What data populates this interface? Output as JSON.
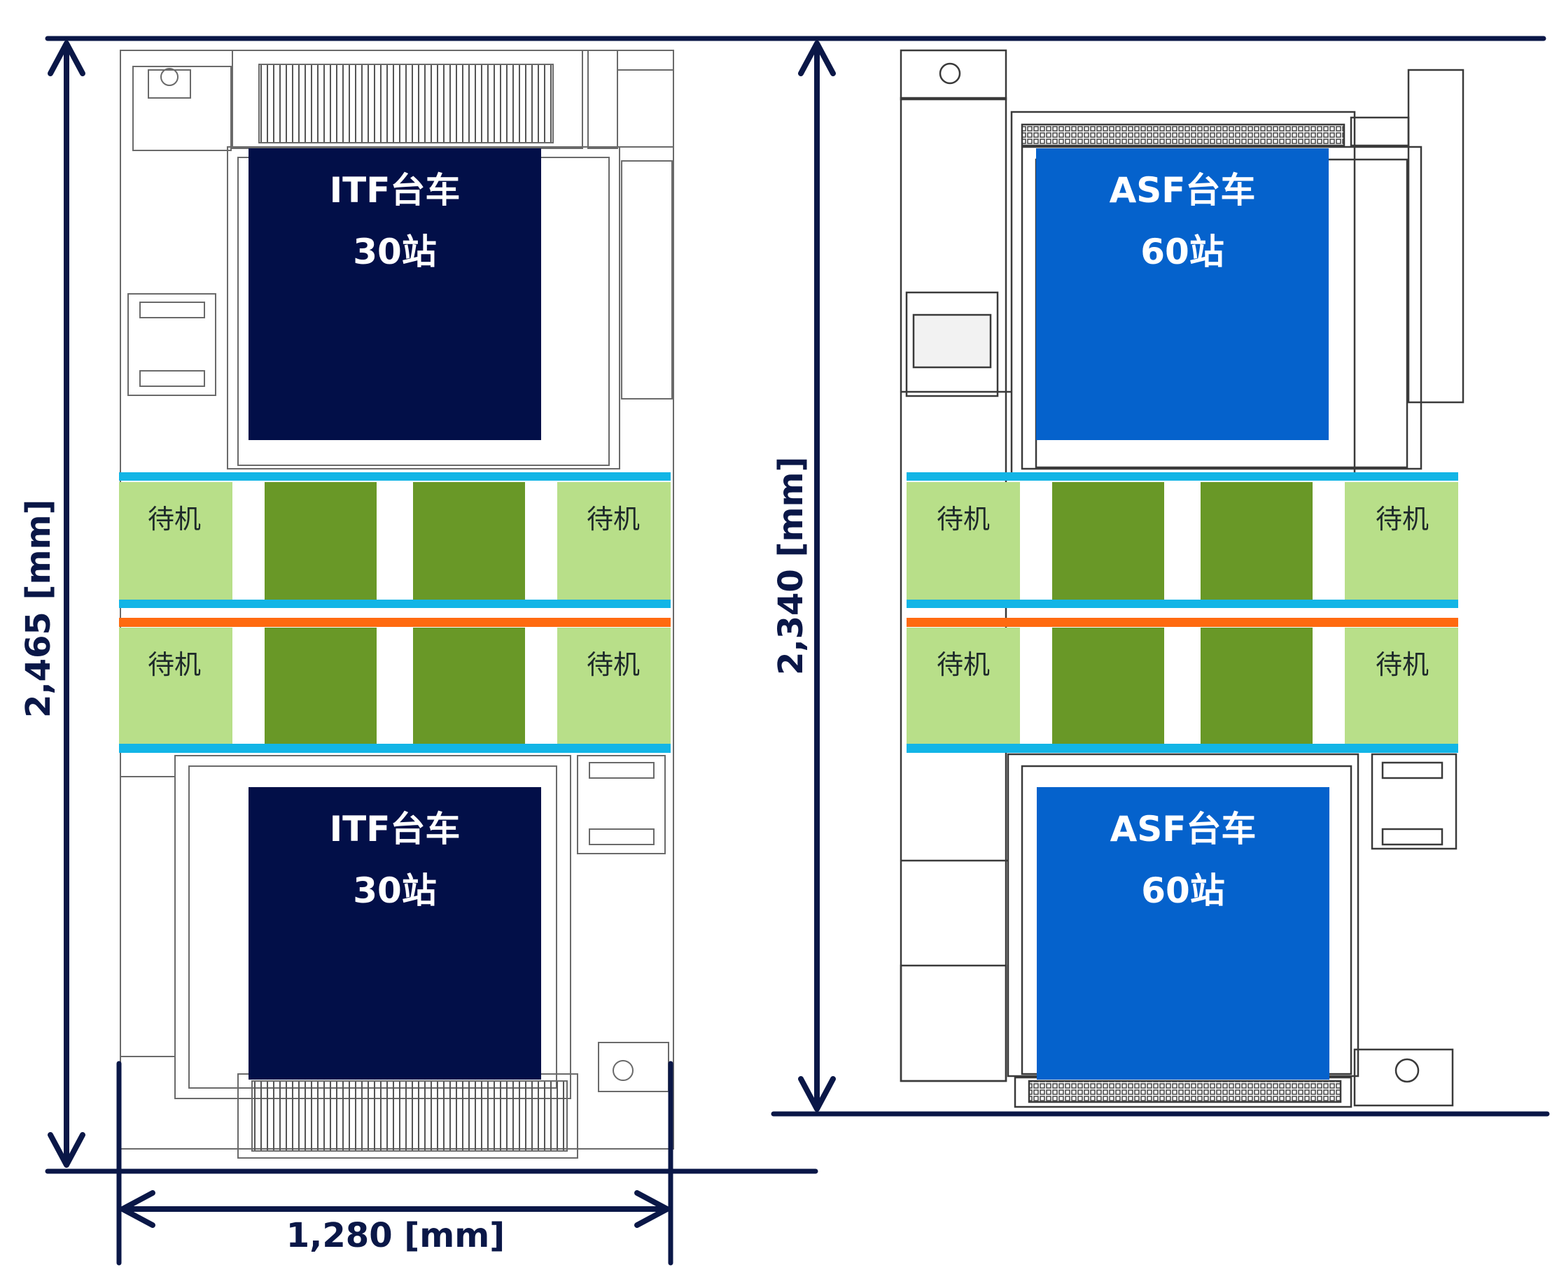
{
  "colors": {
    "itf_cart": "#020f48",
    "asf_cart": "#0562cc",
    "standby": "#b8df89",
    "station": "#699827",
    "gap": "#ffffff",
    "rail_cyan": "#12b5e6",
    "rail_orange": "#ff6a10",
    "dimension_line": "#0a1747",
    "machine_outline": "#3a3a3a"
  },
  "left_machine": {
    "top_cart": {
      "name": "ITF台车",
      "stations": "30站"
    },
    "bottom_cart": {
      "name": "ITF台车",
      "stations": "30站"
    },
    "standby_labels": [
      "待机",
      "待机",
      "待机",
      "待机"
    ]
  },
  "right_machine": {
    "top_cart": {
      "name": "ASF台车",
      "stations": "60站"
    },
    "bottom_cart": {
      "name": "ASF台车",
      "stations": "60站"
    },
    "standby_labels": [
      "待机",
      "待机",
      "待机",
      "待机"
    ]
  },
  "dimensions": {
    "left_height": "2,465 [mm]",
    "right_height": "2,340 [mm]",
    "width": "1,280 [mm]"
  },
  "icons": [
    "double-arrow-icon"
  ]
}
